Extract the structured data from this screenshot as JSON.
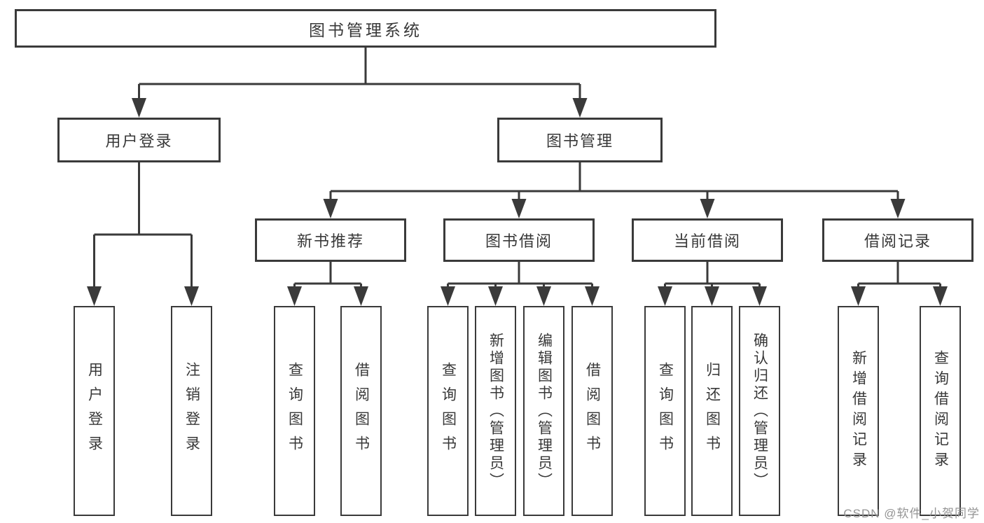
{
  "diagram": {
    "type": "hierarchy-tree",
    "colors": {
      "line": "#3a3a3a",
      "text": "#383838",
      "background": "#ffffff",
      "watermark": "#949494"
    },
    "tree": {
      "label": "图书管理系统",
      "children": [
        {
          "label": "用户登录",
          "children": [
            {
              "label": "用户登录"
            },
            {
              "label": "注销登录"
            }
          ]
        },
        {
          "label": "图书管理",
          "children": [
            {
              "label": "新书推荐",
              "children": [
                {
                  "label": "查询图书"
                },
                {
                  "label": "借阅图书"
                }
              ]
            },
            {
              "label": "图书借阅",
              "children": [
                {
                  "label": "查询图书"
                },
                {
                  "label": "新增图书（管理员）"
                },
                {
                  "label": "编辑图书（管理员）"
                },
                {
                  "label": "借阅图书"
                }
              ]
            },
            {
              "label": "当前借阅",
              "children": [
                {
                  "label": "查询图书"
                },
                {
                  "label": "归还图书"
                },
                {
                  "label": "确认归还（管理员）"
                }
              ]
            },
            {
              "label": "借阅记录",
              "children": [
                {
                  "label": "新增借阅记录"
                },
                {
                  "label": "查询借阅记录"
                }
              ]
            }
          ]
        }
      ]
    },
    "watermark": {
      "text": "CSDN @软件_小贺同学"
    }
  }
}
